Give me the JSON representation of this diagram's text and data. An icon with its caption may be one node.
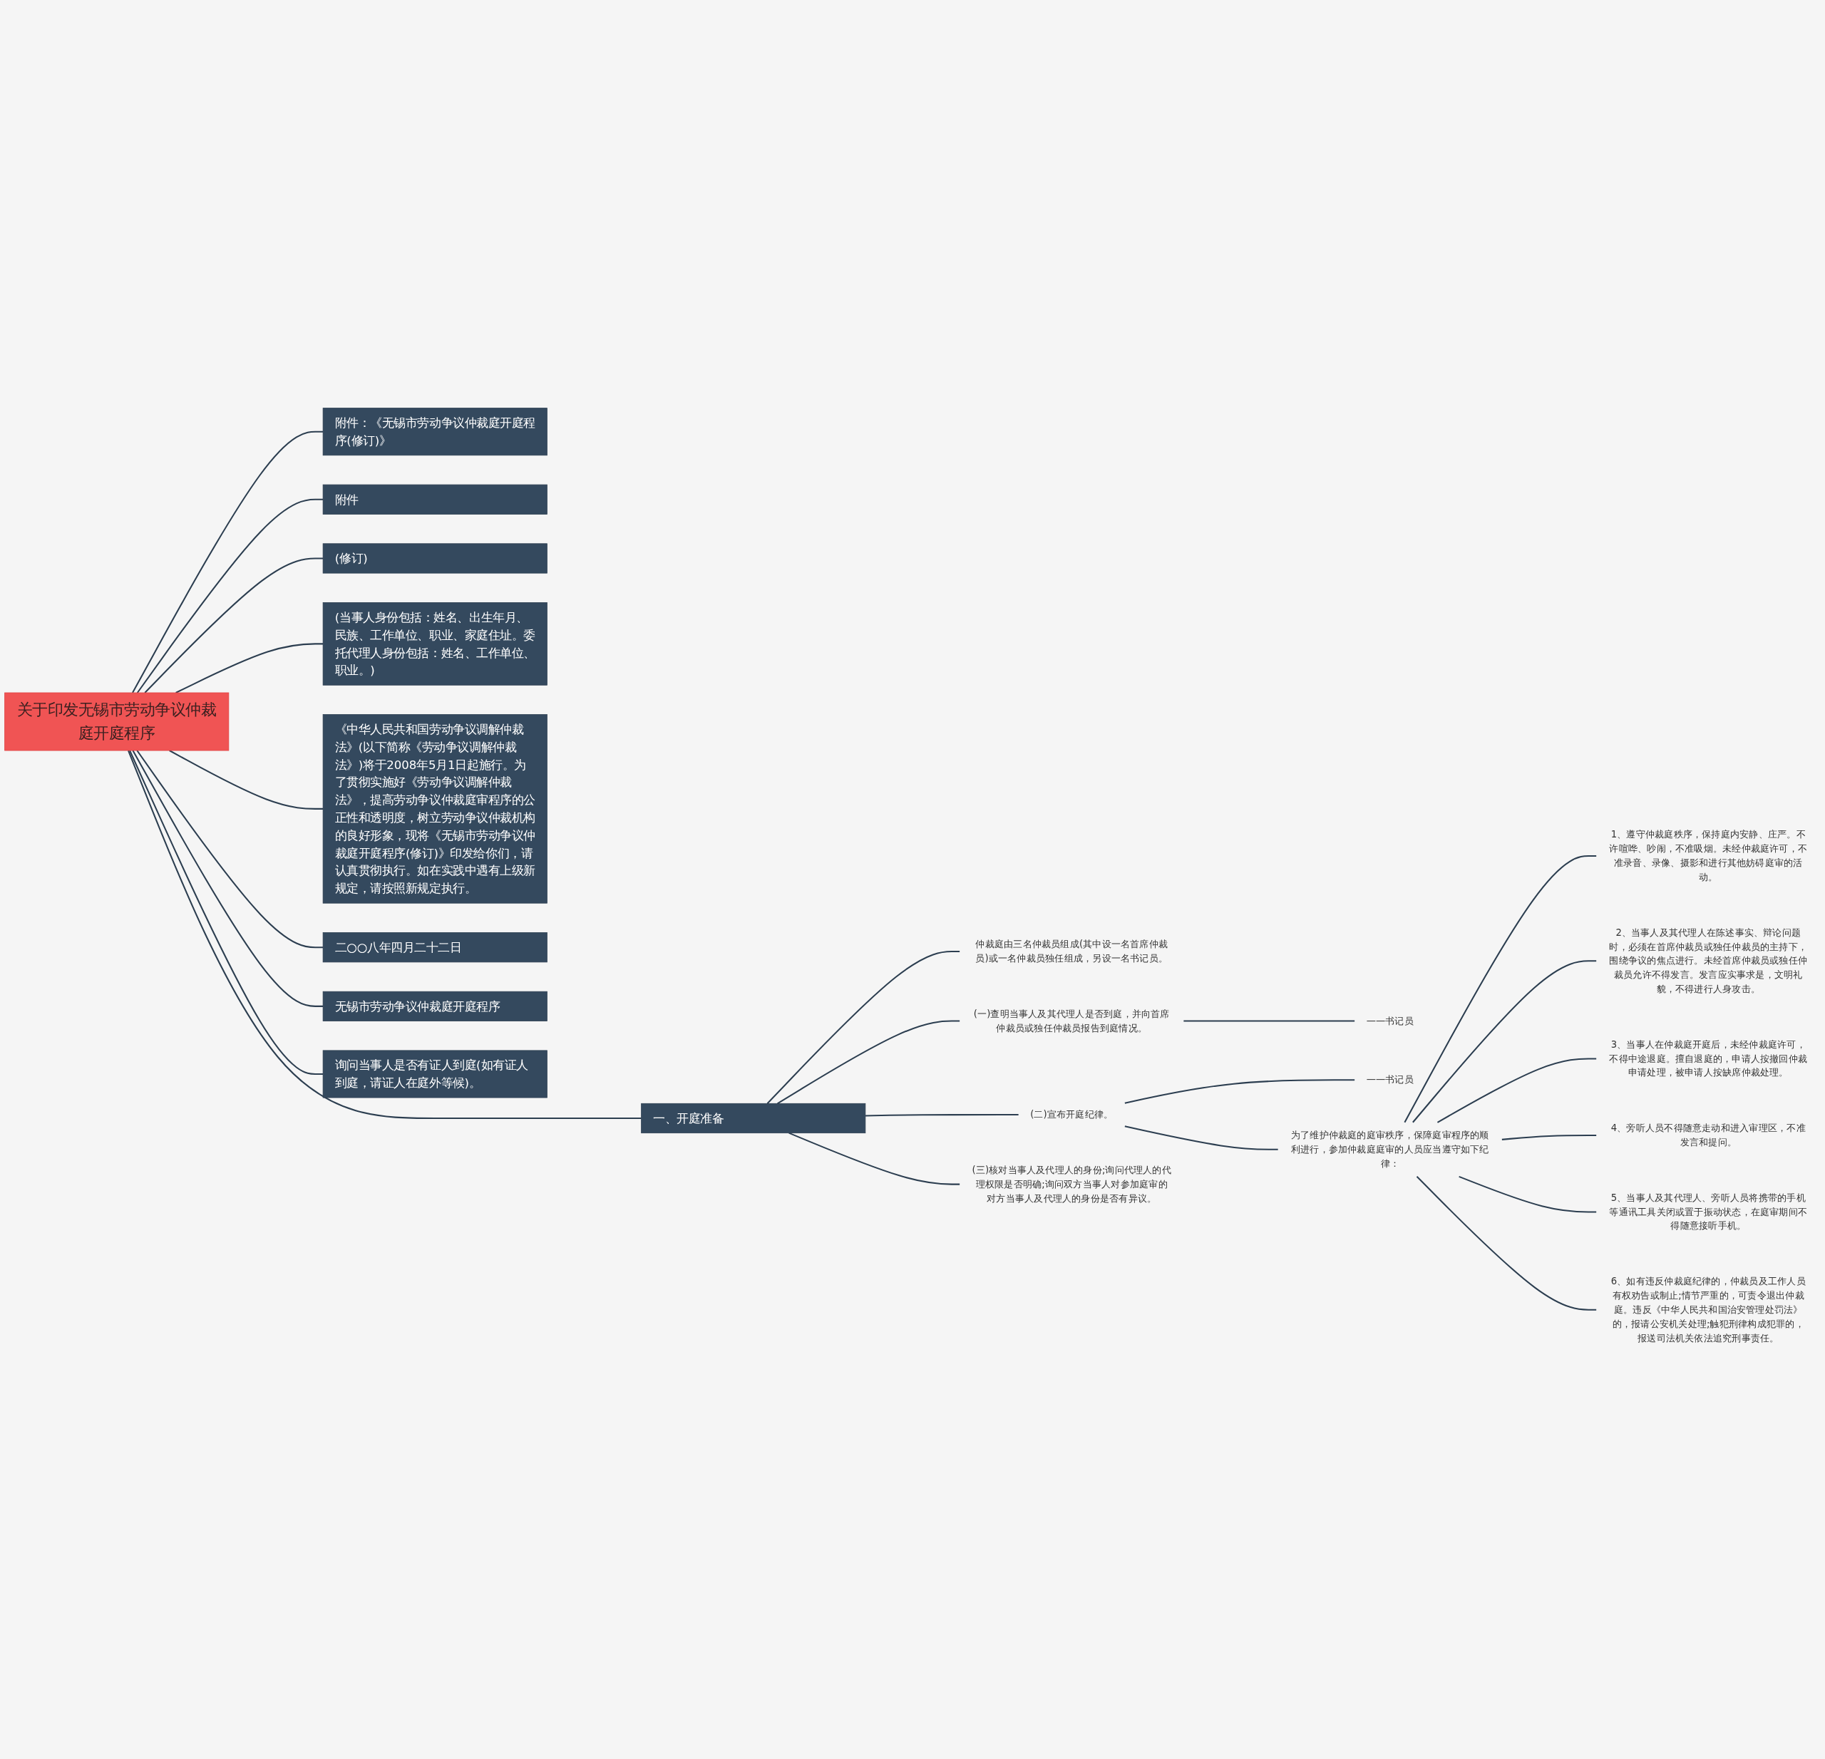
{
  "diagram": {
    "nodes": [
      {
        "text": [
          "关于印发无锡市劳动争议仲裁庭开庭程序"
        ]
      },
      {
        "text": [
          "附件：《无锡市劳动争议仲裁庭开庭程序(修订)》"
        ]
      },
      {
        "text": [
          "附件"
        ]
      },
      {
        "text": [
          "(修订)"
        ]
      },
      {
        "text": [
          "(当事人身份包括：姓名、出生年月、民族、工作单位、职业、家庭住址。委托代理人身份包括：姓名、工作单位、职业。)"
        ]
      },
      {
        "text": [
          "《中华人民共和国劳动争议调解仲裁法》(以下简称《劳动争议调解仲裁法》)将于2008年5月1日起施行。为了贯彻实施好《劳动争议调解仲裁法》，提高劳动争议仲裁庭审程序的公正性和透明度，树立劳动争议仲裁机构的良好形象，现将《无锡市劳动争议仲裁庭开庭程序(修订)》印发给你们，请认真贯彻执行。如在实践中遇有上级新规定，请按照新规定执行。"
        ]
      },
      {
        "text": [
          "二○○八年四月二十二日"
        ]
      },
      {
        "text": [
          "无锡市劳动争议仲裁庭开庭程序"
        ]
      },
      {
        "text": [
          "一、开庭准备"
        ]
      },
      {
        "text": [
          "仲裁庭由三名仲裁员组成(其中设一名首席仲裁员)或一名仲裁员独任组成，另设一名书记员。"
        ]
      },
      {
        "text": [
          "(一)查明当事人及其代理人是否到庭，并向首席仲裁员或独任仲裁员报告到庭情况。"
        ]
      },
      {
        "text": [
          "——书记员"
        ]
      },
      {
        "text": [
          "(二)宣布开庭纪律。"
        ]
      },
      {
        "text": [
          "——书记员"
        ]
      },
      {
        "text": [
          "为了维护仲裁庭的庭审秩序，保障庭审程序的顺利进行，参加仲裁庭庭审的人员应当遵守如下纪律："
        ]
      },
      {
        "text": [
          "1、遵守仲裁庭秩序，保持庭内安静、庄严。不许喧哗、吵闹，不准吸烟。未经仲裁庭许可，不准录音、录像、摄影和进行其他妨碍庭审的活动。"
        ]
      },
      {
        "text": [
          "2、当事人及其代理人在陈述事实、辩论问题时，必须在首席仲裁员或独任仲裁员的主持下，围绕争议的焦点进行。未经首席仲裁员或独任仲裁员允许不得发言。发言应实事求是，文明礼貌，不得进行人身攻击。"
        ]
      },
      {
        "text": [
          "3、当事人在仲裁庭开庭后，未经仲裁庭许可，不得中途退庭。擅自退庭的，申请人按撤回仲裁申请处理，被申请人按缺席仲裁处理。"
        ]
      },
      {
        "text": [
          "4、旁听人员不得随意走动和进入审理区，不准发言和提问。"
        ]
      },
      {
        "text": [
          "5、当事人及其代理人、旁听人员将携带的手机等通讯工具关闭或置于振动状态，在庭审期间不得随意接听手机。"
        ]
      },
      {
        "text": [
          "6、如有违反仲裁庭纪律的，仲裁员及工作人员有权劝告或制止;情节严重的，可责令退出仲裁庭。违反《中华人民共和国治安管理处罚法》的，报请公安机关处理;触犯刑律构成犯罪的，报送司法机关依法追究刑事责任。"
        ]
      },
      {
        "text": [
          "(三)核对当事人及代理人的身份;询问代理人的代理权限是否明确;询问双方当事人对参加庭审的对方当事人及代理人的身份是否有异议。"
        ]
      },
      {
        "text": [
          "询问当事人是否有证人到庭(如有证人到庭，请证人在庭外等候)。"
        ]
      }
    ],
    "edges": [
      {
        "from": 0,
        "to": 1,
        "arrow": "none"
      },
      {
        "from": 0,
        "to": 2,
        "arrow": "none"
      },
      {
        "from": 0,
        "to": 3,
        "arrow": "none"
      },
      {
        "from": 0,
        "to": 4,
        "arrow": "none"
      },
      {
        "from": 0,
        "to": 5,
        "arrow": "none"
      },
      {
        "from": 0,
        "to": 6,
        "arrow": "none"
      },
      {
        "from": 0,
        "to": 7,
        "arrow": "none"
      },
      {
        "from": 0,
        "to": 8,
        "arrow": "none"
      },
      {
        "from": 8,
        "to": 9,
        "arrow": "none"
      },
      {
        "from": 8,
        "to": 10,
        "arrow": "none"
      },
      {
        "from": 10,
        "to": 11,
        "arrow": "none"
      },
      {
        "from": 8,
        "to": 12,
        "arrow": "none"
      },
      {
        "from": 12,
        "to": 13,
        "arrow": "none"
      },
      {
        "from": 12,
        "to": 14,
        "arrow": "none"
      },
      {
        "from": 14,
        "to": 15,
        "arrow": "none"
      },
      {
        "from": 14,
        "to": 16,
        "arrow": "none"
      },
      {
        "from": 14,
        "to": 17,
        "arrow": "none"
      },
      {
        "from": 14,
        "to": 18,
        "arrow": "none"
      },
      {
        "from": 14,
        "to": 19,
        "arrow": "none"
      },
      {
        "from": 14,
        "to": 20,
        "arrow": "none"
      },
      {
        "from": 8,
        "to": 21,
        "arrow": "none"
      },
      {
        "from": 0,
        "to": 22,
        "arrow": "none"
      }
    ]
  }
}
